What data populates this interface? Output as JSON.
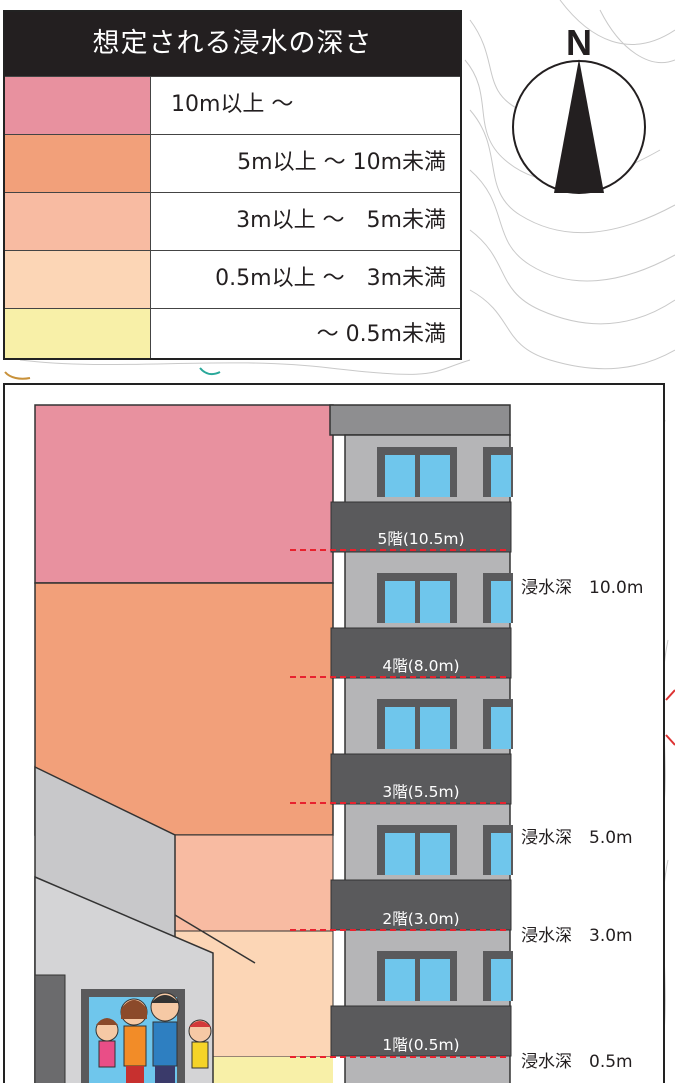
{
  "legend": {
    "title": "想定される浸水の深さ",
    "rows": [
      {
        "label": "10m以上 ～",
        "color": "#e8919f"
      },
      {
        "label": "5m以上 ～ 10m未満",
        "color": "#f2a07a"
      },
      {
        "label": "3m以上 ～　5m未満",
        "color": "#f8bba2"
      },
      {
        "label": "0.5m以上 ～　3m未満",
        "color": "#fcd6b6"
      },
      {
        "label": "～ 0.5m未満",
        "color": "#f8f0a8"
      }
    ]
  },
  "compass": {
    "north_label": "N"
  },
  "diagram": {
    "floors": [
      {
        "label": "5階(10.5m)"
      },
      {
        "label": "4階(8.0m)"
      },
      {
        "label": "3階(5.5m)"
      },
      {
        "label": "2階(3.0m)"
      },
      {
        "label": "1階(0.5m)"
      }
    ],
    "depth_labels": [
      {
        "label": "浸水深　10.0m"
      },
      {
        "label": "浸水深　5.0m"
      },
      {
        "label": "浸水深　3.0m"
      },
      {
        "label": "浸水深　0.5m"
      }
    ]
  },
  "colors": {
    "building_gray": "#b5b5b7",
    "balcony_dark": "#5a5a5c",
    "window_blue": "#6fc6ec",
    "marker_red": "#e8222e",
    "legend_header": "#231f20"
  }
}
